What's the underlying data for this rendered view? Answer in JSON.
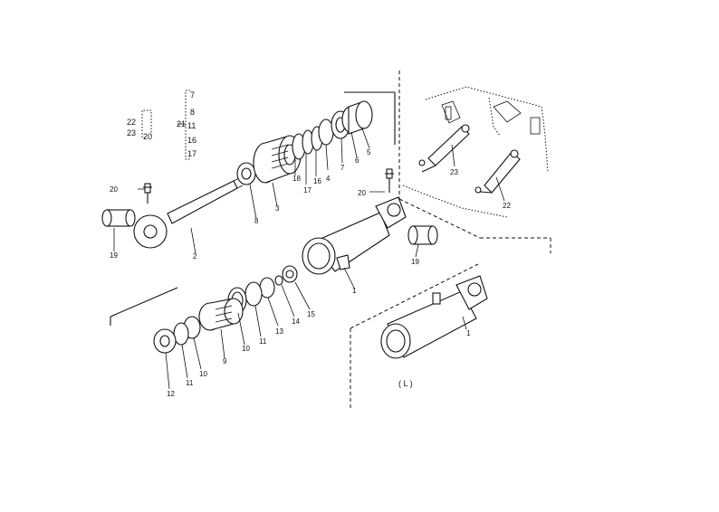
{
  "diagram": {
    "view_label": "( L )",
    "labels": {
      "p1": "1",
      "p2": "2",
      "p3": "3",
      "p4": "4",
      "p5": "5",
      "p6": "6",
      "p7": "7",
      "p8": "8",
      "p9": "9",
      "p10a": "10",
      "p10b": "10",
      "p11a": "11",
      "p11b": "11",
      "p12": "12",
      "p13": "13",
      "p14": "14",
      "p15": "15",
      "p16": "16",
      "p17": "17",
      "p18": "18",
      "p19a": "19",
      "p19b": "19",
      "p20a": "20",
      "p20b": "20",
      "p22": "22",
      "p23": "23",
      "p1L": "1"
    },
    "kit_21": {
      "number": "21",
      "items": [
        "7",
        "8",
        "11",
        "16",
        "17"
      ]
    },
    "kit_22_23": {
      "numbers": [
        "22",
        "23"
      ],
      "item": "20"
    }
  }
}
